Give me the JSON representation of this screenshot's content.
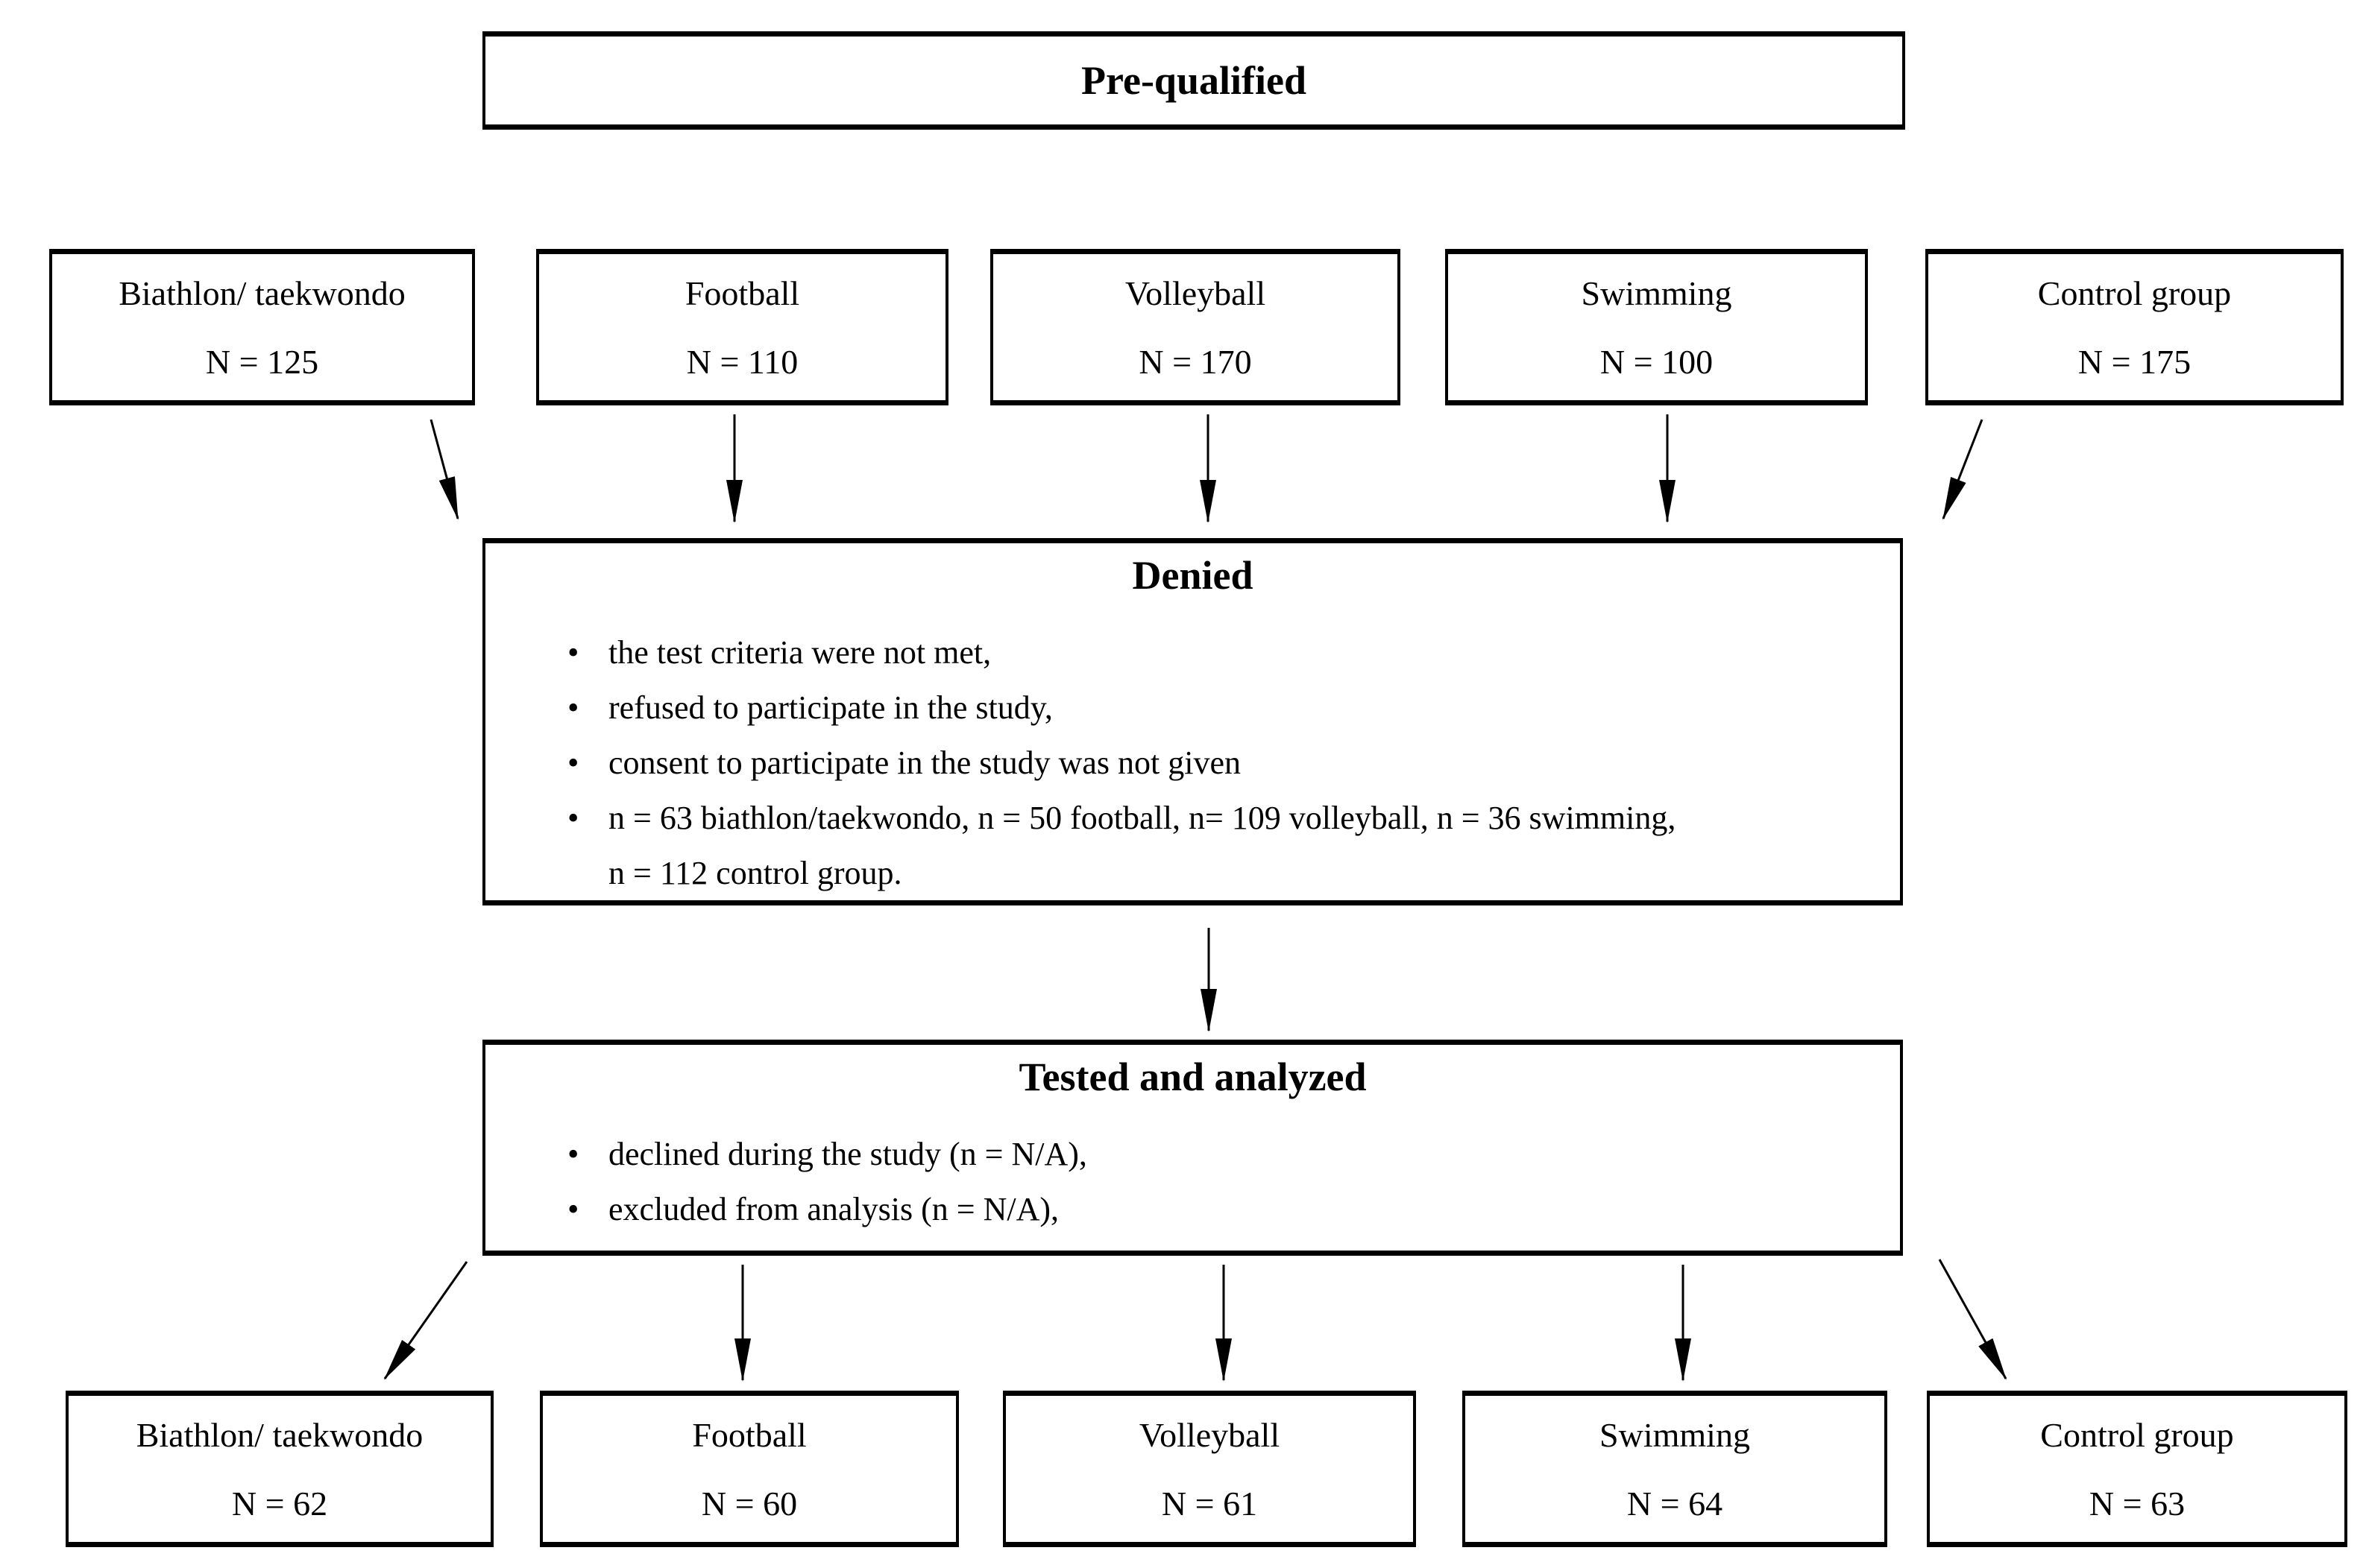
{
  "diagram": {
    "kind": "participant-flow-chart",
    "background_color": "#ffffff",
    "line_color": "#000000",
    "text_color": "#000000"
  },
  "prequalified": {
    "label": "Pre-qualified"
  },
  "top_row": [
    {
      "label": "Biathlon/ taekwondo",
      "n": "N = 125"
    },
    {
      "label": "Football",
      "n": "N = 110"
    },
    {
      "label": "Volleyball",
      "n": "N = 170"
    },
    {
      "label": "Swimming",
      "n": "N = 100"
    },
    {
      "label": "Control group",
      "n": "N = 175"
    }
  ],
  "denied": {
    "title": "Denied",
    "bullets": [
      {
        "lines": [
          "the test criteria were not met,"
        ]
      },
      {
        "lines": [
          "refused to participate in the study,"
        ]
      },
      {
        "lines": [
          "consent to participate in the study was not given"
        ]
      },
      {
        "lines": [
          "n = 63 biathlon/taekwondo, n = 50 football, n= 109 volleyball, n = 36 swimming,",
          "n = 112 control group."
        ]
      }
    ]
  },
  "tested": {
    "title": "Tested and analyzed",
    "bullets": [
      {
        "lines": [
          "declined during the study (n = N/A),"
        ]
      },
      {
        "lines": [
          "excluded from analysis (n = N/A),"
        ]
      }
    ]
  },
  "bottom_row": [
    {
      "label": "Biathlon/ taekwondo",
      "n": "N = 62"
    },
    {
      "label": "Football",
      "n": "N = 60"
    },
    {
      "label": "Volleyball",
      "n": "N = 61"
    },
    {
      "label": "Swimming",
      "n": "N = 64"
    },
    {
      "label": "Control group",
      "n": "N = 63"
    }
  ],
  "bullet_glyph": "•"
}
